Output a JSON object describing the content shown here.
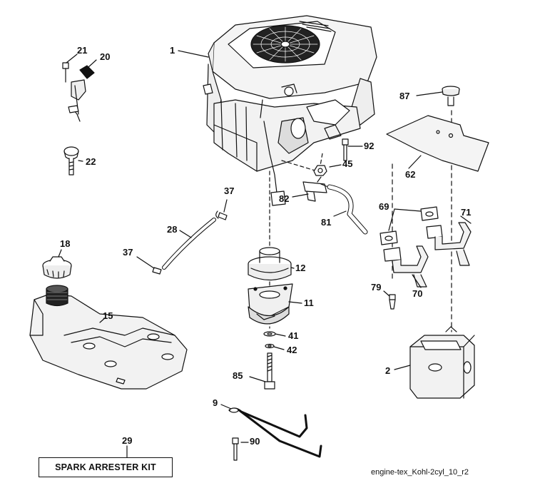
{
  "diagram": {
    "callouts": {
      "c1": "1",
      "c2": "2",
      "c9": "9",
      "c11": "11",
      "c12": "12",
      "c15": "15",
      "c18": "18",
      "c20": "20",
      "c21": "21",
      "c22": "22",
      "c28": "28",
      "c29": "29",
      "c37a": "37",
      "c37b": "37",
      "c41": "41",
      "c42": "42",
      "c45": "45",
      "c62": "62",
      "c69": "69",
      "c70": "70",
      "c71": "71",
      "c79": "79",
      "c81": "81",
      "c82": "82",
      "c85": "85",
      "c87": "87",
      "c90": "90",
      "c92": "92"
    },
    "kit_label": "SPARK ARRESTER KIT",
    "footer": "engine-tex_Kohl-2cyl_10_r2"
  }
}
